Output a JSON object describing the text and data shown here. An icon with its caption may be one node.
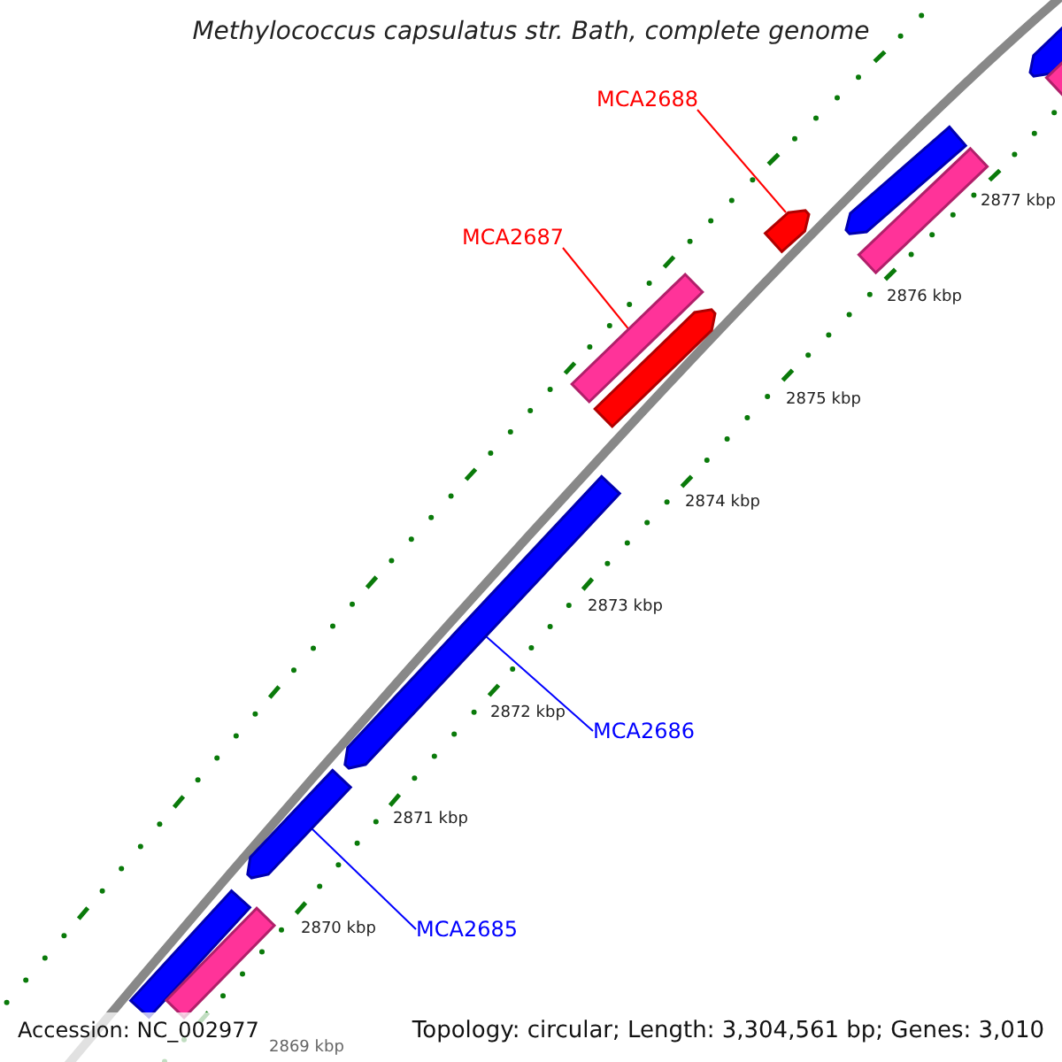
{
  "diagram": {
    "title": "Methylococcus capsulatus str. Bath, complete genome",
    "nodes": [
      {
        "text": [],
        "shape": "bar"
      },
      {
        "text": [],
        "shape": "bar"
      },
      {
        "text": [
          "MCA2688"
        ]
      },
      {
        "text": [],
        "shape": "bar"
      },
      {
        "text": [],
        "shape": "bar"
      },
      {
        "text": [],
        "shape": "bar"
      },
      {
        "text": [
          "MCA2687"
        ]
      },
      {
        "text": [],
        "shape": "bar"
      },
      {
        "text": [],
        "shape": "bar"
      },
      {
        "text": [],
        "shape": "bar"
      },
      {
        "text": [
          "MCA2686"
        ]
      },
      {
        "text": [],
        "shape": "bar"
      },
      {
        "text": [
          "MCA2685"
        ]
      },
      {
        "text": [],
        "shape": "bar"
      },
      {
        "text": [],
        "shape": "bar"
      }
    ],
    "edges": [
      {
        "from": 2,
        "to": 3,
        "arrow": "none",
        "color": "#ff0000"
      },
      {
        "from": 6,
        "to": 7,
        "arrow": "none",
        "color": "#ff0000"
      },
      {
        "from": 10,
        "to": 9,
        "arrow": "none",
        "color": "#0000ff"
      },
      {
        "from": 12,
        "to": 11,
        "arrow": "none",
        "color": "#0000ff"
      }
    ],
    "labels": [
      "2877 kbp",
      "2876 kbp",
      "2875 kbp",
      "2874 kbp",
      "2873 kbp",
      "2872 kbp",
      "2871 kbp",
      "2870 kbp",
      "2869 kbp",
      "Accession: NC_002977",
      "Topology: circular; Length: 3,304,561 bp; Genes: 3,010"
    ]
  }
}
